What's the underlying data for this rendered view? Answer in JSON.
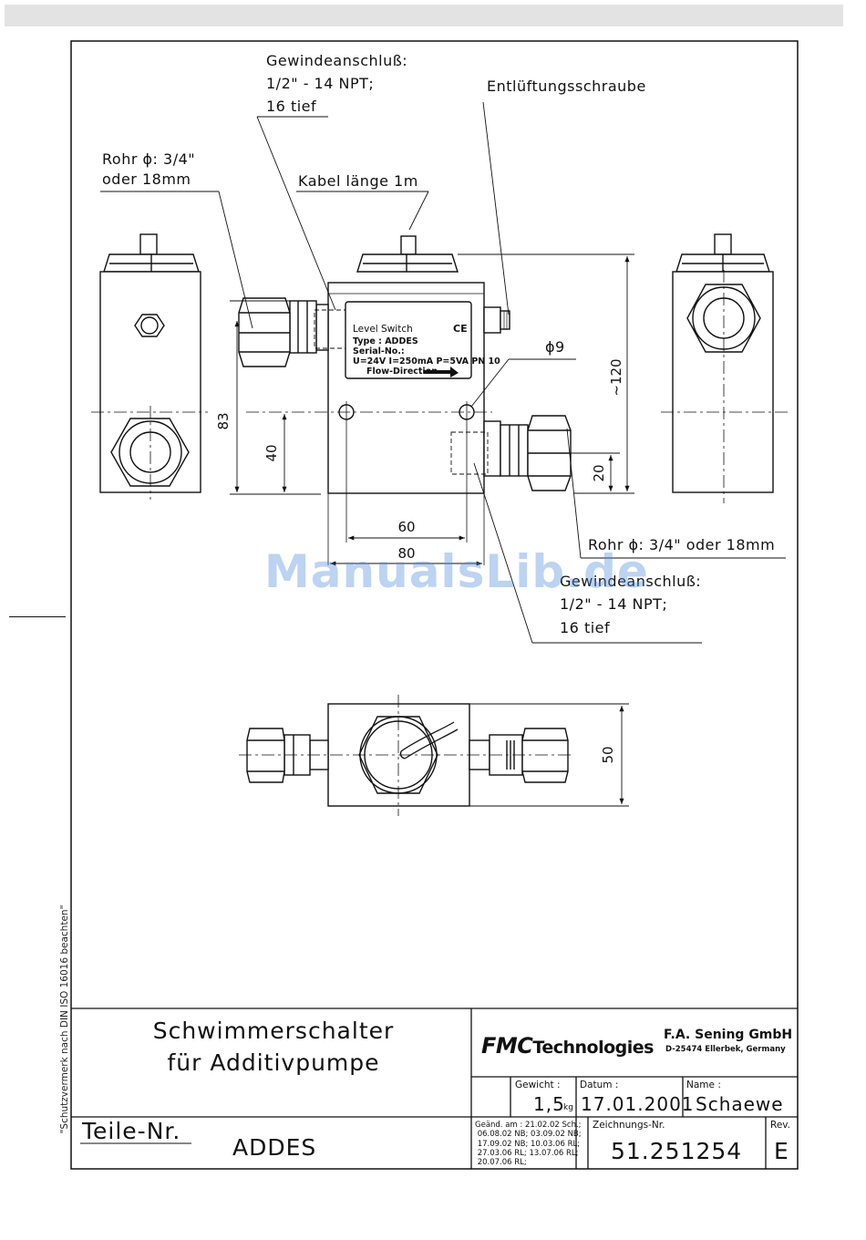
{
  "drawing": {
    "callouts": {
      "thread_top": [
        "Gewindeanschluß:",
        "1/2\" - 14 NPT;",
        "16 tief"
      ],
      "vent_screw": "Entlüftungsschraube",
      "pipe_left": [
        "Rohr ϕ: 3/4\"",
        "oder 18mm"
      ],
      "cable_length": "Kabel länge 1m",
      "hole_dia": "ϕ9",
      "pipe_right": "Rohr ϕ: 3/4\" oder 18mm",
      "thread_bottom": [
        "Gewindeanschluß:",
        "1/2\" - 14 NPT;",
        "16 tief"
      ]
    },
    "dimensions": {
      "d83": "83",
      "d40": "40",
      "d60": "60",
      "d80": "80",
      "d120": "~120",
      "d20": "20",
      "d50": "50"
    },
    "nameplate": {
      "title": "Level Switch",
      "ce": "CE",
      "type": "Type : ADDES",
      "serial": "Serial-No.:",
      "specs": "U=24V I=250mA P=5VA   PN 10",
      "flow": "Flow-Direction"
    }
  },
  "watermark": "ManualsLib.de",
  "side_note": "\"Schutzvermerk nach DIN ISO 16016 beachten\"",
  "title_block": {
    "title_line1": "Schwimmerschalter",
    "title_line2": "für Additivpumpe",
    "logo_fmc": "FMC",
    "logo_tech": "Technologies",
    "company": "F.A. Sening GmbH",
    "company_address": "D-25474 Ellerbek, Germany",
    "weight_label": "Gewicht :",
    "weight_value": "1,5",
    "weight_unit": "kg",
    "date_label": "Datum :",
    "date_value": "17.01.2001",
    "name_label": "Name :",
    "name_value": "Schaewe",
    "part_label": "Teile-Nr.",
    "part_value": "ADDES",
    "history": "Geänd. am : 21.02.02 Sch.;\n 06.08.02 NB; 03.09.02 NB;\n 17.09.02 NB; 10.03.06 RL;\n 27.03.06 RL; 13.07.06 RL;\n 20.07.06 RL;",
    "drawing_no_label": "Zeichnungs-Nr.",
    "drawing_no_value": "51.251254",
    "rev_label": "Rev.",
    "rev_value": "E"
  }
}
